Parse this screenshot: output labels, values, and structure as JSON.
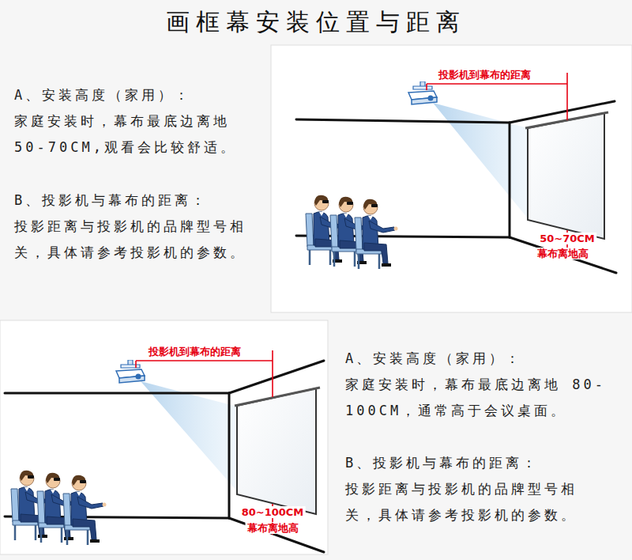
{
  "diagram": {
    "title": "画框幕安装位置与距离",
    "labels": [
      "A、安装高度（家用）：",
      "家庭安装时，幕布最底边离地 50-70CM,观看会比较舒适。",
      "B、投影机与幕布的距离：",
      "投影距离与投影机的品牌型号相关，具体请参考投影机的参数。",
      "投影机到幕布的距离",
      "50~70CM",
      "幕布离地高",
      "投影机到幕布的距离",
      "80~100CM",
      "幕布离地高",
      "A、安装高度（家用）：",
      "家庭安装时，幕布最底边离地 80-100CM，通常高于会议桌面。",
      "B、投影机与幕布的距离：",
      "投影距离与投影机的品牌型号相关，具体请参考投影机的参数。"
    ]
  }
}
